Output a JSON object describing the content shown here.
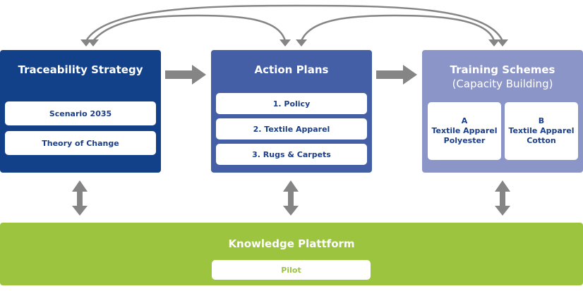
{
  "diagram": {
    "traceability": {
      "title": "Traceability Strategy",
      "items": [
        "Scenario 2035",
        "Theory of Change"
      ]
    },
    "action_plans": {
      "title": "Action Plans",
      "items": [
        "1. Policy",
        "2. Textile Apparel",
        "3. Rugs & Carpets"
      ]
    },
    "training": {
      "title": "Training Schemes",
      "subtitle": "(Capacity Building)",
      "items": [
        {
          "letter": "A",
          "line1": "Textile Apparel",
          "line2": "Polyester"
        },
        {
          "letter": "B",
          "line1": "Textile Apparel",
          "line2": "Cotton"
        }
      ]
    },
    "knowledge": {
      "title": "Knowledge Plattform",
      "item": "Pilot"
    },
    "colors": {
      "traceability": "#124189",
      "action_plans": "#445fa5",
      "training": "#8c95c8",
      "knowledge": "#9cc43f",
      "arrow": "#858585"
    }
  }
}
